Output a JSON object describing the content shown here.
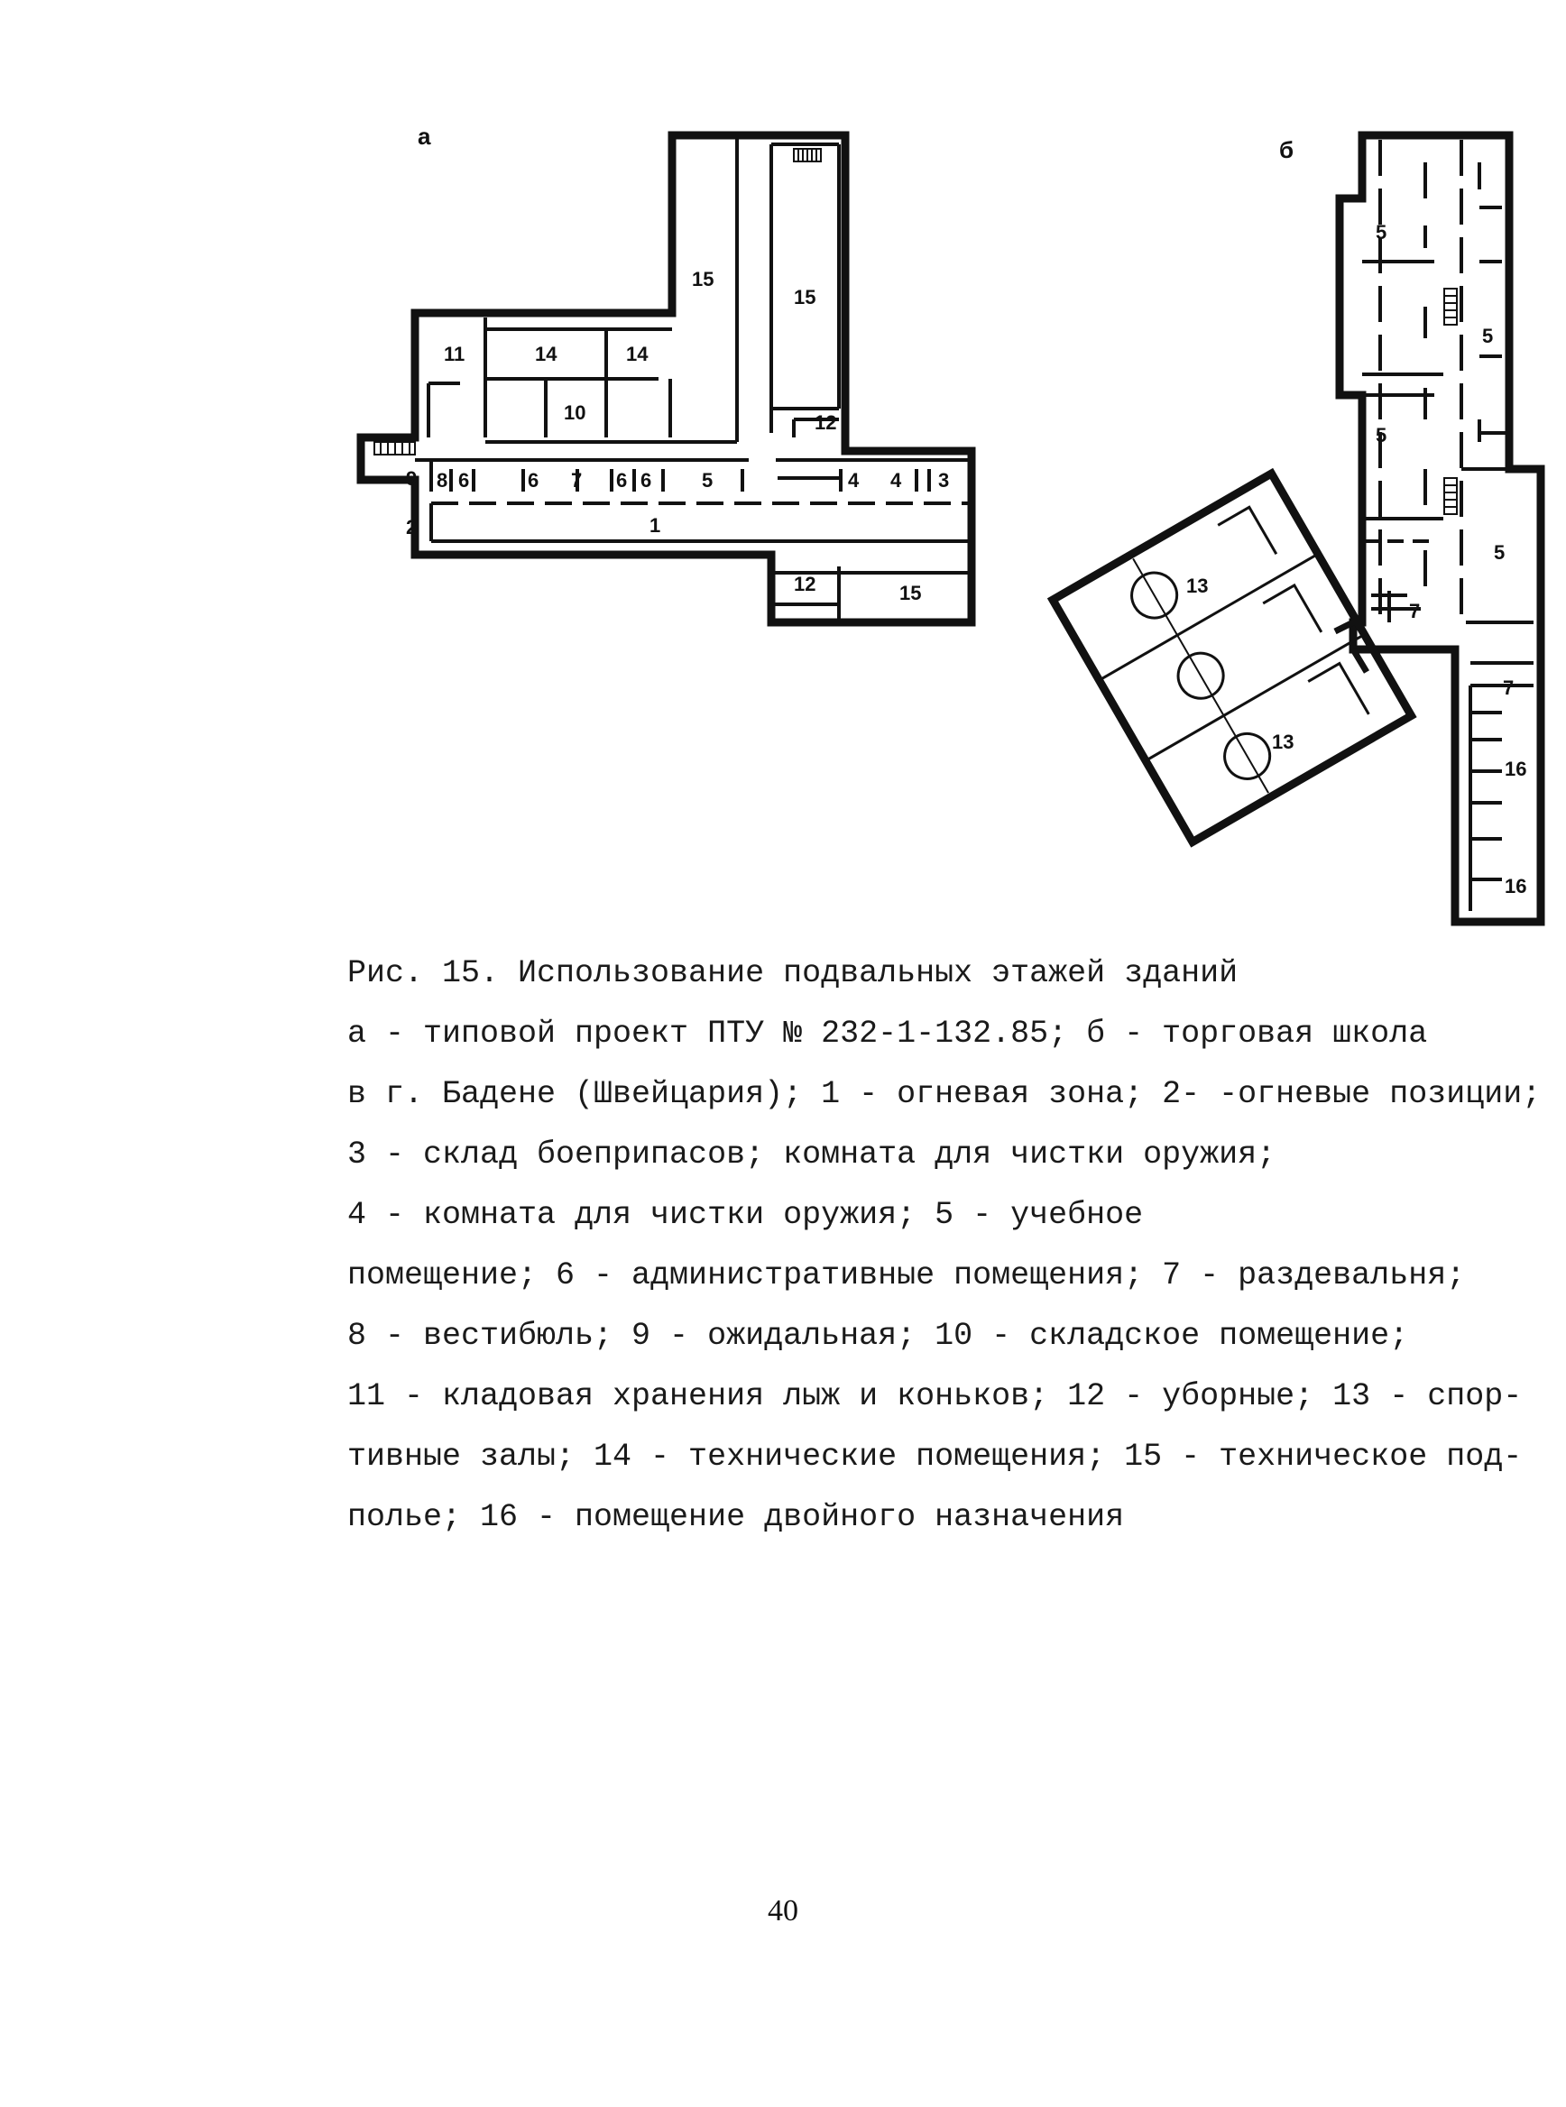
{
  "plan_a": {
    "letter": "а",
    "rooms": {
      "r1": "1",
      "r2": "2",
      "r3": "3",
      "r4a": "4",
      "r4b": "4",
      "r5": "5",
      "r6a": "6",
      "r6b": "6",
      "r6c": "6",
      "r6d": "6",
      "r7": "7",
      "r8": "8",
      "r9": "9",
      "r10": "10",
      "r11": "11",
      "r12a": "12",
      "r12b": "12",
      "r14a": "14",
      "r14b": "14",
      "r15a": "15",
      "r15b": "15",
      "r15c": "15"
    }
  },
  "plan_b": {
    "letter": "б",
    "rooms": {
      "r5a": "5",
      "r5b": "5",
      "r5c": "5",
      "r5d": "5",
      "r7a": "7",
      "r7b": "7",
      "r13a": "13",
      "r13b": "13",
      "r16a": "16",
      "r16b": "16"
    }
  },
  "caption": {
    "lines": [
      "Рис. 15. Использование подвальных  этажей зданий",
      "а - типовой проект ПТУ № 232-1-132.85;  б - торговая школа",
      "в  г. Бадене (Швейцария); 1 - огневая зона; 2- -огневые позиции;",
      "3 - склад боеприпасов; комната для чистки оружия;",
      "4 - комната для чистки оружия;  5 - учебное",
      "помещение; 6 - административные помещения; 7 - раздевальня;",
      "8 - вестибюль; 9 - ожидальная; 10 - складское помещение;",
      "11 - кладовая хранения лыж и коньков; 12 - уборные; 13 - спор-",
      "тивные залы; 14 - технические помещения; 15 - техническое под-",
      "полье; 16 - помещение двойного назначения"
    ]
  },
  "page_number": "40"
}
